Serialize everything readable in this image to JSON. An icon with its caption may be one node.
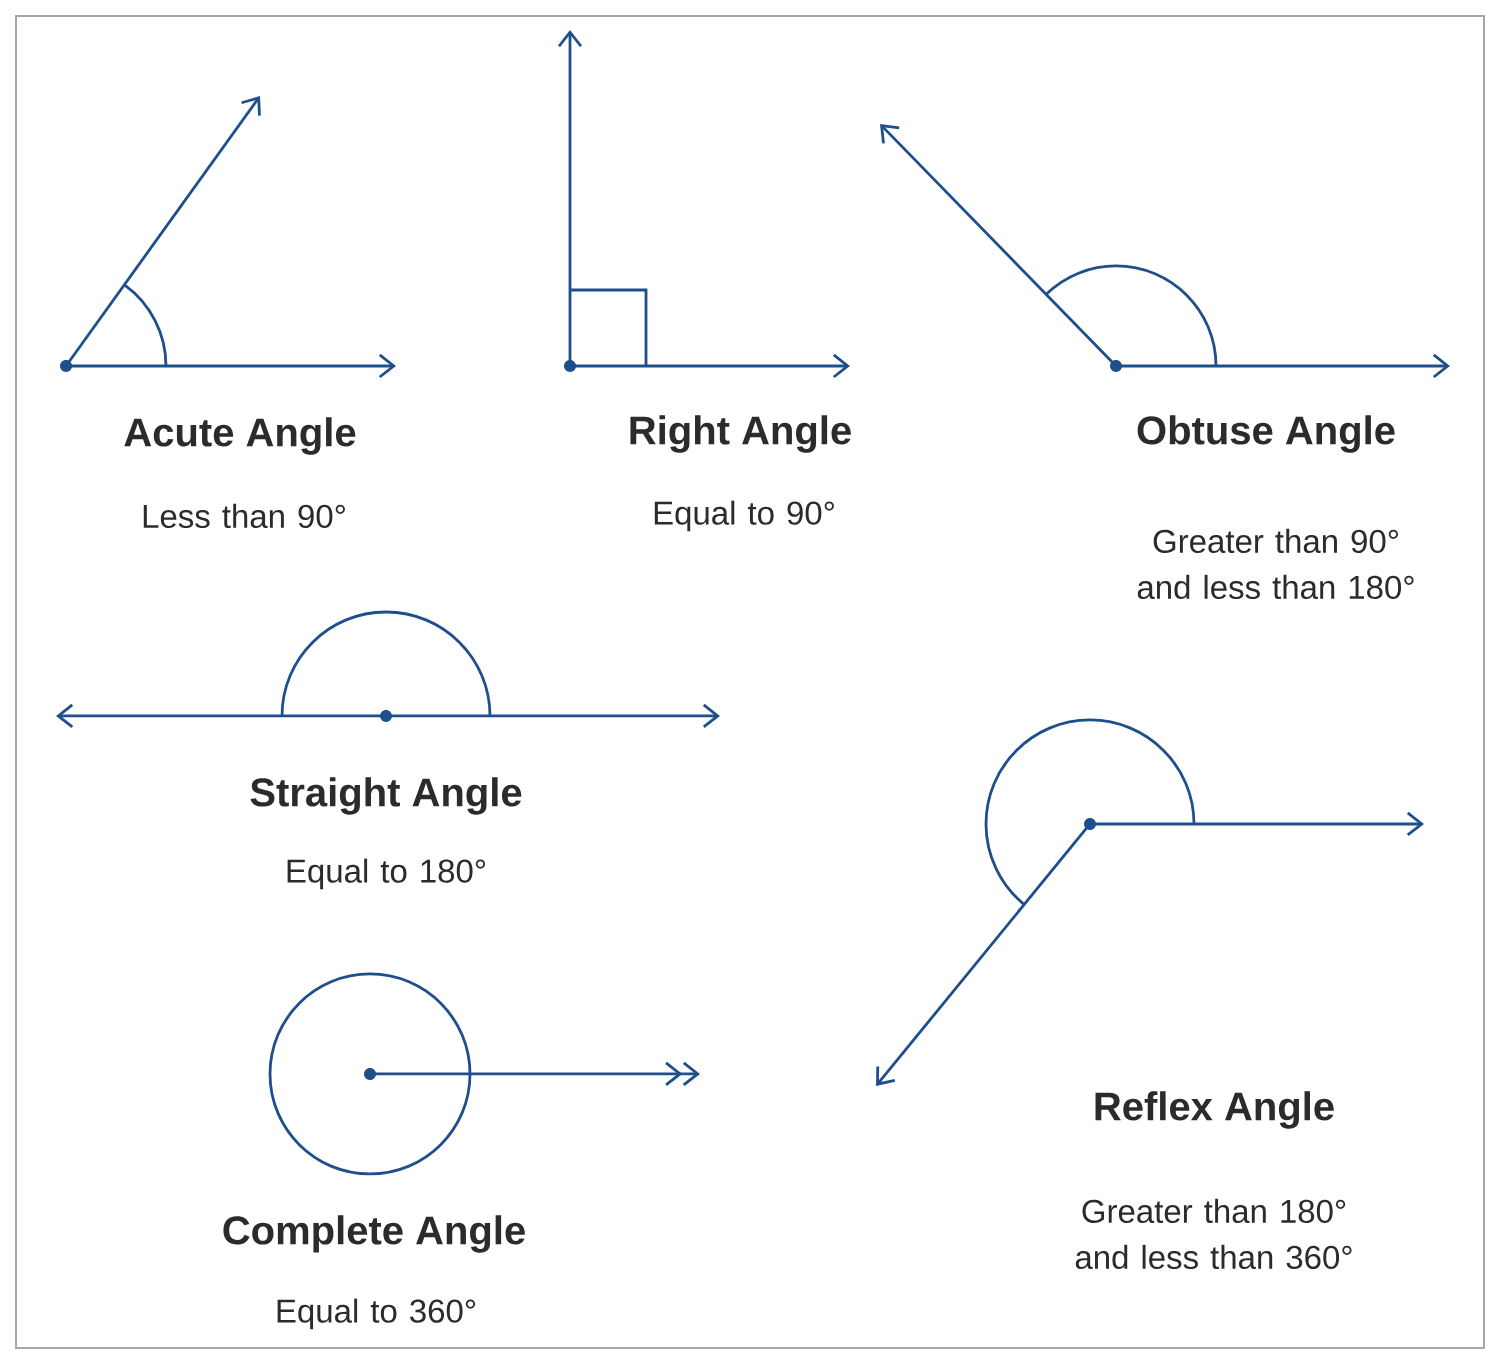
{
  "diagram": {
    "labels": [
      "Acute Angle",
      "Less than 90°",
      "Right Angle",
      "Equal to 90°",
      "Obtuse Angle",
      "Greater than 90° and less than 180°",
      "Straight Angle",
      "Equal to 180°",
      "Reflex Angle",
      "Greater than 180° and less than 360°",
      "Complete Angle",
      "Equal to 360°"
    ]
  }
}
